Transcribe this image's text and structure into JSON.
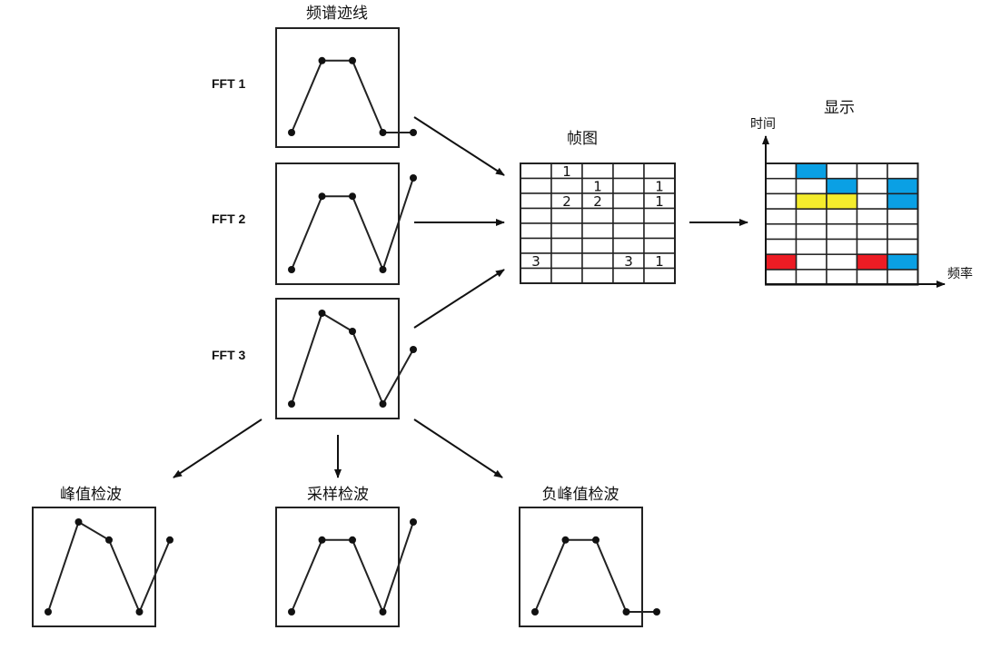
{
  "labels": {
    "spectrum_trace": "频谱迹线",
    "fft1": "FFT 1",
    "fft2": "FFT 2",
    "fft3": "FFT 3",
    "frame_map": "帧图",
    "display": "显示",
    "time_axis": "时间",
    "freq_axis": "频率",
    "peak": "峰值检波",
    "sample": "采样检波",
    "neg_peak": "负峰值检波"
  },
  "traces": {
    "fft1": [
      1,
      5,
      5,
      1,
      1
    ],
    "fft2": [
      1,
      5,
      5,
      1,
      6
    ],
    "fft3": [
      1,
      6,
      5,
      1,
      4
    ],
    "peak": [
      1,
      6,
      5,
      1,
      5
    ],
    "sample": [
      1,
      5,
      5,
      1,
      6
    ],
    "neg_peak": [
      1,
      5,
      5,
      1,
      1
    ]
  },
  "frame_counts": [
    {
      "row": 0,
      "col": 1,
      "text": "1"
    },
    {
      "row": 1,
      "col": 2,
      "text": "1"
    },
    {
      "row": 1,
      "col": 4,
      "text": "1"
    },
    {
      "row": 2,
      "col": 1,
      "text": "2"
    },
    {
      "row": 2,
      "col": 2,
      "text": "2"
    },
    {
      "row": 2,
      "col": 4,
      "text": "1"
    },
    {
      "row": 6,
      "col": 0,
      "text": "3"
    },
    {
      "row": 6,
      "col": 3,
      "text": "3"
    },
    {
      "row": 6,
      "col": 4,
      "text": "1"
    }
  ],
  "display_cells": [
    {
      "row": 0,
      "col": 1,
      "color": "#0aa0e4"
    },
    {
      "row": 1,
      "col": 2,
      "color": "#0aa0e4"
    },
    {
      "row": 1,
      "col": 4,
      "color": "#0aa0e4"
    },
    {
      "row": 2,
      "col": 1,
      "color": "#f4ec2c"
    },
    {
      "row": 2,
      "col": 2,
      "color": "#f4ec2c"
    },
    {
      "row": 2,
      "col": 4,
      "color": "#0aa0e4"
    },
    {
      "row": 6,
      "col": 0,
      "color": "#ec1c24"
    },
    {
      "row": 6,
      "col": 3,
      "color": "#ec1c24"
    },
    {
      "row": 6,
      "col": 4,
      "color": "#0aa0e4"
    }
  ]
}
